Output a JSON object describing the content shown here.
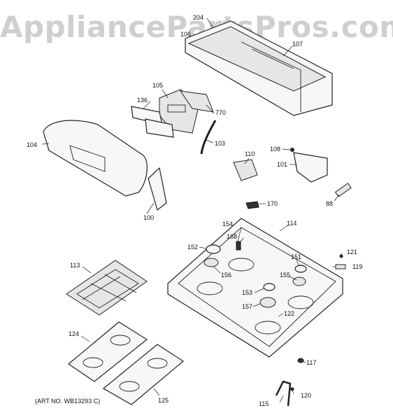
{
  "watermark": "AppliancePartsPros.com",
  "art_number": "(ART NO. WB13293 C)",
  "labels": [
    {
      "id": "204",
      "text": "204"
    },
    {
      "id": "106",
      "text": "106"
    },
    {
      "id": "107",
      "text": "107"
    },
    {
      "id": "105",
      "text": "105"
    },
    {
      "id": "136",
      "text": "136"
    },
    {
      "id": "770",
      "text": "770"
    },
    {
      "id": "104",
      "text": "104"
    },
    {
      "id": "103",
      "text": "103"
    },
    {
      "id": "108",
      "text": "108"
    },
    {
      "id": "110",
      "text": "110"
    },
    {
      "id": "101",
      "text": "101"
    },
    {
      "id": "88",
      "text": "88"
    },
    {
      "id": "100",
      "text": "100"
    },
    {
      "id": "170",
      "text": "170"
    },
    {
      "id": "114",
      "text": "114"
    },
    {
      "id": "154",
      "text": "154"
    },
    {
      "id": "168",
      "text": "168"
    },
    {
      "id": "152",
      "text": "152"
    },
    {
      "id": "151",
      "text": "151"
    },
    {
      "id": "121",
      "text": "121"
    },
    {
      "id": "119",
      "text": "119"
    },
    {
      "id": "113",
      "text": "113"
    },
    {
      "id": "156",
      "text": "156"
    },
    {
      "id": "155",
      "text": "155"
    },
    {
      "id": "153",
      "text": "153"
    },
    {
      "id": "157",
      "text": "157"
    },
    {
      "id": "122",
      "text": "122"
    },
    {
      "id": "124",
      "text": "124"
    },
    {
      "id": "117",
      "text": "117"
    },
    {
      "id": "125",
      "text": "125"
    },
    {
      "id": "115",
      "text": "115"
    },
    {
      "id": "120",
      "text": "120"
    }
  ]
}
